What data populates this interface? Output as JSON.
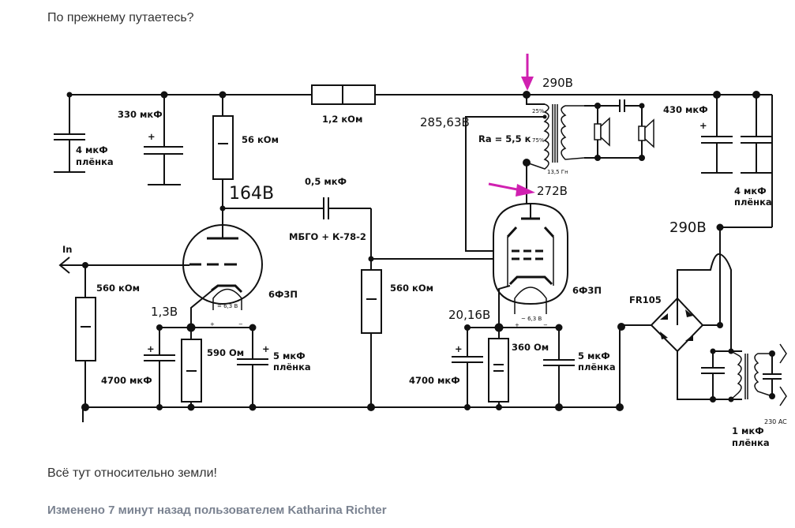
{
  "post": {
    "question": "По прежнему путаетесь?",
    "answer": "Всё тут относительно земли!",
    "edit_note": "Изменено 7 минут назад пользователем Katharina Richter"
  },
  "schematic": {
    "accent_color": "#d020b0",
    "labels": {
      "c_4uf_top": "4 мкФ",
      "c_4uf_top_2": "плёнка",
      "c_330": "330 мкФ",
      "r_56k": "56 кОм",
      "r_1_2k": "1,2 кОм",
      "c_0_5": "0,5 мкФ",
      "c_mbgo": "МБГО + К-78-2",
      "v_164": "164В",
      "v_290_top": "290В",
      "v_285": "285,63В",
      "ra": "Ra = 5,5 к",
      "tap_25": "25%",
      "tap_75": "75%",
      "ind": "13,5 Гн",
      "v_272": "272В",
      "c_430": "430 мкФ",
      "c_4uf_right": "4 мкФ",
      "c_4uf_right_2": "плёнка",
      "in": "In",
      "r_560k_left": "560 кОм",
      "tube1": "6Ф3П",
      "v_1_3": "1,3В",
      "heater1": "= 6,3 В",
      "r_590": "590 Ом",
      "c_5uf_left": "5 мкФ",
      "c_5uf_left_2": "плёнка",
      "c_4700_left": "4700 мкФ",
      "r_560k_mid": "560 кОм",
      "tube2": "6Ф3П",
      "v_20_16": "20,16В",
      "heater2": "~ 6,3 В",
      "r_360": "360 Ом",
      "c_5uf_right": "5 мкФ",
      "c_5uf_right_2": "плёнка",
      "c_4700_right": "4700 мкФ",
      "v_290_ps": "290В",
      "fr105": "FR105",
      "ac": "230 AC",
      "c_1uf": "1 мкФ",
      "c_1uf_2": "плёнка",
      "plus": "+",
      "minus": "−"
    }
  }
}
